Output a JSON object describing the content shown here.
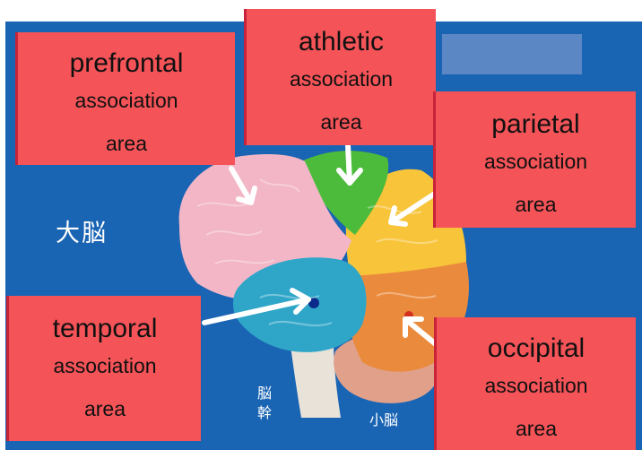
{
  "background_text": {
    "cerebrum": "大脳",
    "brainstem": "脳幹",
    "cerebellum": "小脳"
  },
  "labels": {
    "prefrontal": {
      "line1": "prefrontal",
      "line2": "association",
      "line3": "area"
    },
    "athletic": {
      "line1": "athletic",
      "line2": "association",
      "line3": "area"
    },
    "parietal": {
      "line1": "parietal",
      "line2": "association",
      "line3": "area"
    },
    "temporal": {
      "line1": "temporal",
      "line2": "association",
      "line3": "area"
    },
    "occipital": {
      "line1": "occipital",
      "line2": "association",
      "line3": "area"
    }
  },
  "colors": {
    "panel": "#1a64b4",
    "label_fill": "#f45357",
    "prefrontal_region": "#f2b6c6",
    "motor_region": "#4cbb3c",
    "parietal_region": "#f7c43a",
    "temporal_region": "#2fa6c8",
    "occipital_region": "#ea8a3c",
    "cerebellum": "#e0a08a",
    "brainstem": "#e9e2d8",
    "arrow": "#ffffff"
  }
}
